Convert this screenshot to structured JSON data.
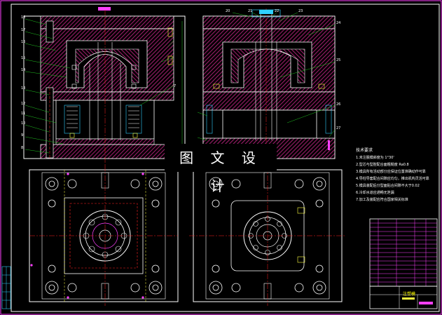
{
  "watermark": "图 文 设 计",
  "tech_notes": {
    "title": "技术要求",
    "items": [
      "1.未注脱模斜度为 1°30'",
      "2.型芯与型腔配合面粗糙度 Ra0.8",
      "3.模具所有活动部分应保证位置准确动作可靠",
      "4.导柱导套配合间隙应均匀，推出机构灵活可靠",
      "5.模具装配后分型面贴合间隙不大于0.02",
      "6.冷却水道应通畅无泄漏",
      "7.加工及装配应符合国家相关标准"
    ]
  },
  "part_numbers_left": [
    "18",
    "17",
    "16",
    "15",
    "14",
    "13",
    "12",
    "11",
    "10",
    "9",
    "8",
    "7"
  ],
  "part_numbers_right": [
    "20",
    "21",
    "22",
    "23",
    "24",
    "25",
    "26",
    "27"
  ],
  "title_block_name": "注塑模",
  "colors": {
    "frame": "#ffffff",
    "hatch": "#9c1e6a",
    "centerline": "#ff2020",
    "dimension": "#20c020",
    "leader": "#ffff40",
    "highlight": "#ff40ff",
    "cyan": "#30d0ff"
  }
}
